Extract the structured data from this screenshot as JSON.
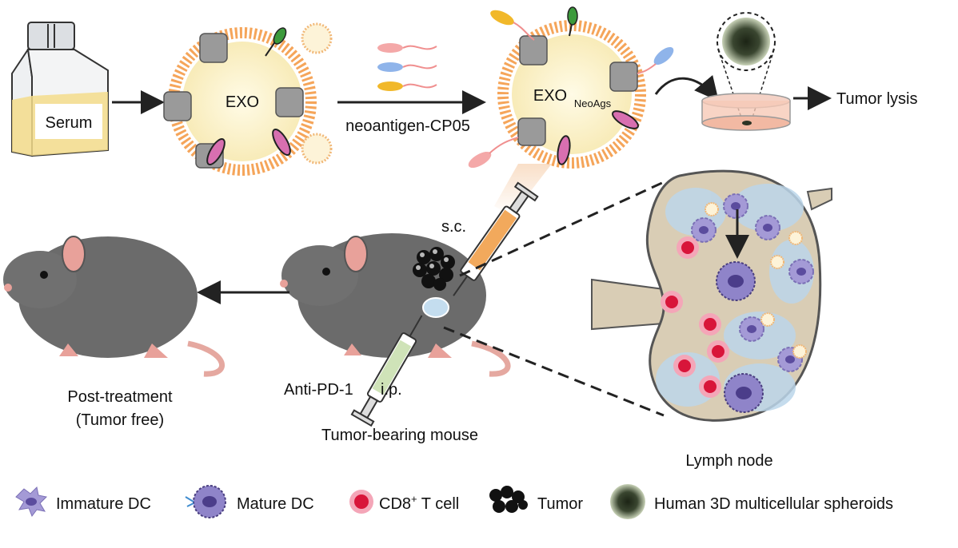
{
  "labels": {
    "serum": "Serum",
    "exo": "EXO",
    "exo_neo_main": "EXO",
    "exo_neo_sub": "NeoAgs",
    "linker": "neoantigen-CP05",
    "tumor_lysis": "Tumor lysis",
    "sc": "s.c.",
    "anti_pd1": "Anti-PD-1",
    "ip": "i.p.",
    "tumor_bearing": "Tumor-bearing mouse",
    "post_treatment_line1": "Post-treatment",
    "post_treatment_line2": "(Tumor free)",
    "lymph_node": "Lymph node"
  },
  "legend": [
    {
      "label": "Immature DC",
      "icon": "immature-dc-icon"
    },
    {
      "label": "Mature DC",
      "icon": "mature-dc-icon"
    },
    {
      "label": "CD8",
      "sup": "+",
      "suffix": " T cell",
      "icon": "cd8-t-cell-icon"
    },
    {
      "label": "Tumor",
      "icon": "tumor-icon"
    },
    {
      "label": "Human 3D multicellular spheroids",
      "icon": "spheroid-icon"
    }
  ],
  "colors": {
    "membrane": "#f5a55a",
    "exo_core": "#fdf6d2",
    "mouse": "#6b6b6b",
    "cd8": "#d8153a",
    "dc": "#8f84c9",
    "lymph_bg": "#d9cdb5",
    "lymph_inner": "#bcd6ea"
  }
}
